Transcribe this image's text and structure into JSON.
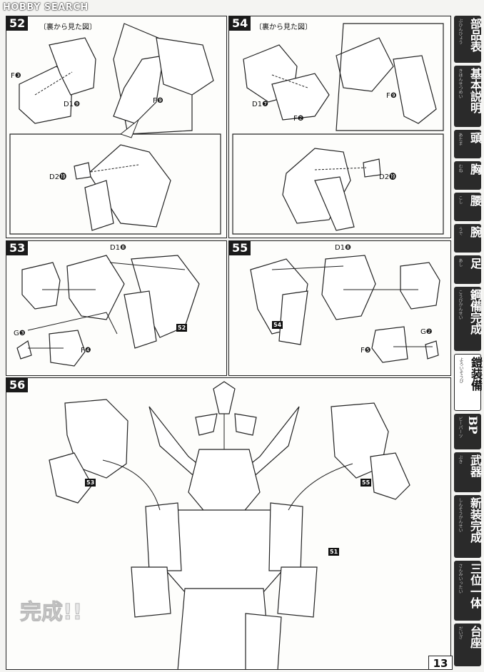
{
  "watermark": "HOBBY SEARCH",
  "steps": {
    "s52": {
      "num": "52",
      "caption": "〔裏から見た図〕",
      "labels": [
        "F❸",
        "D1❾",
        "F❾",
        "D2⓳"
      ]
    },
    "s54": {
      "num": "54",
      "caption": "〔裏から見た図〕",
      "labels": [
        "D1❼",
        "F❷",
        "F❾",
        "D2⓳"
      ]
    },
    "s53": {
      "num": "53",
      "labels": [
        "D1❽",
        "G❸",
        "F❹"
      ],
      "ref": "52"
    },
    "s55": {
      "num": "55",
      "labels": [
        "D1❽",
        "G❷",
        "F❺"
      ],
      "ref": "54"
    },
    "s56": {
      "num": "56",
      "refs": [
        "53",
        "55",
        "51"
      ],
      "complete": "完成!!"
    }
  },
  "tabs": [
    {
      "label": "部品表",
      "ruby": "ぶひんひょう",
      "active": false
    },
    {
      "label": "基本説明",
      "ruby": "きほんせつめい",
      "active": false
    },
    {
      "label": "頭",
      "ruby": "あたま",
      "active": false
    },
    {
      "label": "胸",
      "ruby": "むね",
      "active": false
    },
    {
      "label": "腰",
      "ruby": "こし",
      "active": false
    },
    {
      "label": "腕",
      "ruby": "うで",
      "active": false
    },
    {
      "label": "足",
      "ruby": "あし",
      "active": false
    },
    {
      "label": "鋼備完成",
      "ruby": "こうびかんせい",
      "active": false
    },
    {
      "label": "鎧装備",
      "ruby": "よろいそうび",
      "active": true
    },
    {
      "label": "BP",
      "ruby": "ビーパーツ",
      "active": false
    },
    {
      "label": "武器",
      "ruby": "ぶき",
      "active": false
    },
    {
      "label": "新装完成",
      "ruby": "しんそうかんせい",
      "active": false
    },
    {
      "label": "三位一体",
      "ruby": "さんみいったい",
      "active": false
    },
    {
      "label": "台座",
      "ruby": "だいざ",
      "active": false
    }
  ],
  "page_number": "13"
}
